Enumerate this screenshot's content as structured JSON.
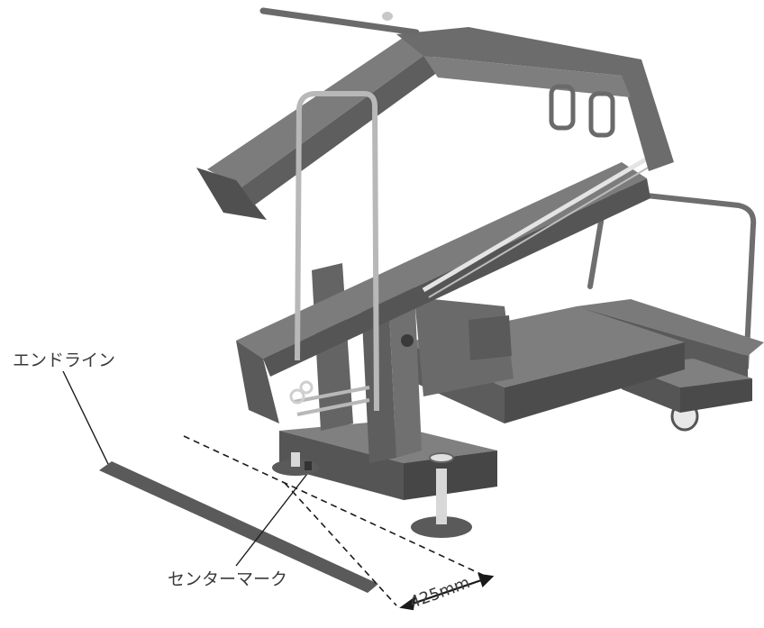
{
  "labels": {
    "end_line": "エンドライン",
    "center_mark": "センターマーク",
    "dimension": "425mm"
  },
  "colors": {
    "machine": "#6b6b6b",
    "machine_dark": "#4a4a4a",
    "machine_light": "#8a8a8a",
    "rail": "#dcdcdc",
    "line": "#1a1a1a",
    "floor_mark": "#5a5a5a",
    "text": "#3a3a3a"
  }
}
